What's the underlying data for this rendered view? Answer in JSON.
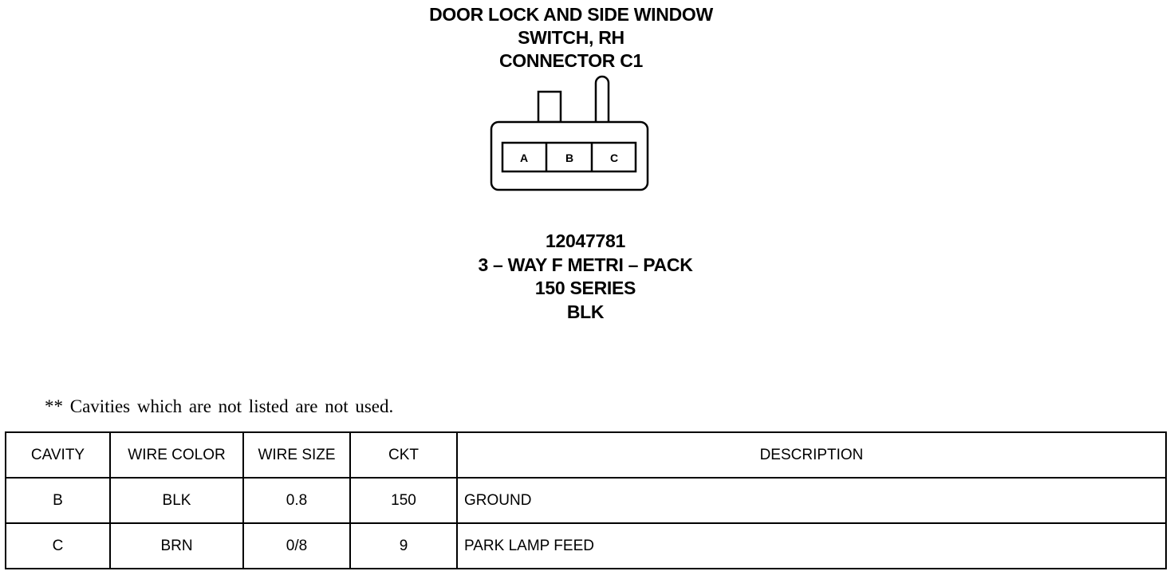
{
  "header": {
    "title_lines": [
      "DOOR LOCK AND SIDE WINDOW",
      "SWITCH, RH",
      "CONNECTOR C1"
    ]
  },
  "connector": {
    "cavity_labels": [
      "A",
      "B",
      "C"
    ]
  },
  "part_info": {
    "part_number": "12047781",
    "type": "3 – WAY F METRI – PACK",
    "series": "150 SERIES",
    "color": "BLK"
  },
  "note": "** Cavities which are not listed are not used.",
  "table": {
    "headers": [
      "CAVITY",
      "WIRE COLOR",
      "WIRE SIZE",
      "CKT",
      "DESCRIPTION"
    ],
    "rows": [
      [
        "B",
        "BLK",
        "0.8",
        "150",
        "GROUND"
      ],
      [
        "C",
        "BRN",
        "0/8",
        "9",
        "PARK LAMP FEED"
      ]
    ]
  }
}
